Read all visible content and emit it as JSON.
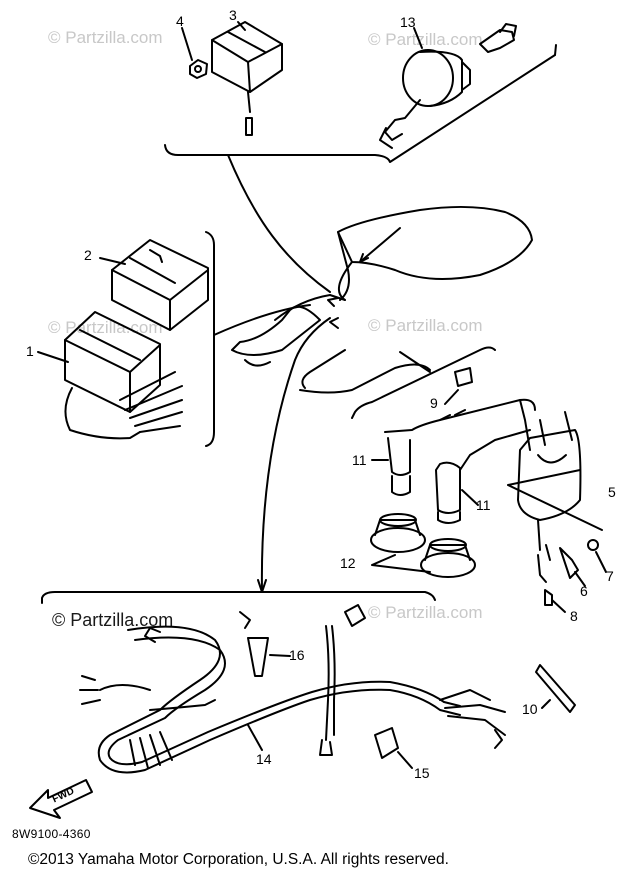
{
  "watermarks": {
    "faint": "© Partzilla.com",
    "main": "© Partzilla.com"
  },
  "callouts": {
    "c1": "1",
    "c2": "2",
    "c3": "3",
    "c4": "4",
    "c5": "5",
    "c6": "6",
    "c7": "7",
    "c8": "8",
    "c9": "9",
    "c10": "10",
    "c11a": "11",
    "c11b": "11",
    "c12": "12",
    "c13": "13",
    "c14": "14",
    "c15": "15",
    "c16": "16"
  },
  "fwd_label": "FWD",
  "part_code": "8W9100-4360",
  "copyright": "©2013  Yamaha Motor Corporation, U.S.A. All rights reserved."
}
